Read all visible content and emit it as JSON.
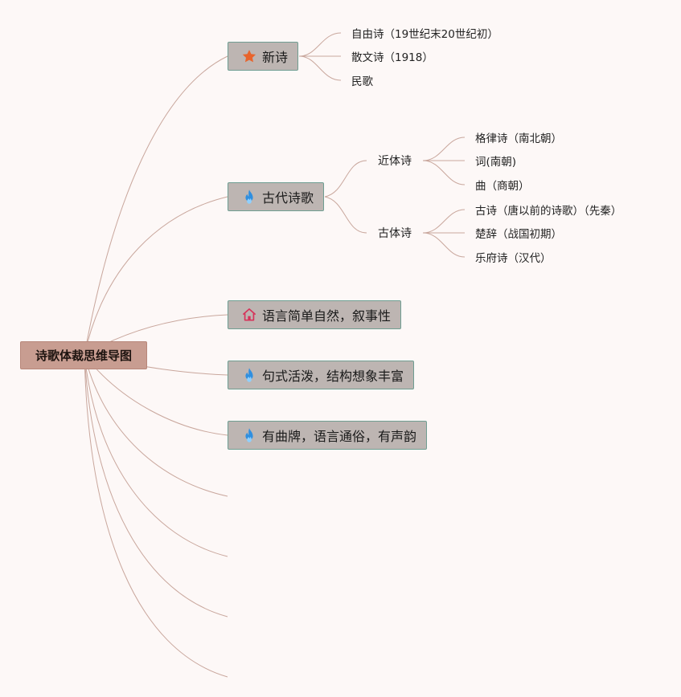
{
  "root": {
    "label": "诗歌体裁思维导图"
  },
  "branches": [
    {
      "label": "新诗",
      "icon": "star-icon",
      "children": [
        {
          "label": "自由诗（19世纪末20世纪初）"
        },
        {
          "label": "散文诗（1918）"
        },
        {
          "label": "民歌"
        }
      ]
    },
    {
      "label": "古代诗歌",
      "icon": "fire-icon",
      "children": [
        {
          "label": "近体诗",
          "children": [
            {
              "label": "格律诗（南北朝）"
            },
            {
              "label": "词(南朝)"
            },
            {
              "label": "曲（商朝）"
            }
          ]
        },
        {
          "label": "古体诗",
          "children": [
            {
              "label": "古诗（唐以前的诗歌）（先秦）"
            },
            {
              "label": "楚辞（战国初期）"
            },
            {
              "label": "乐府诗（汉代）"
            }
          ]
        }
      ]
    },
    {
      "label": "语言简单自然，叙事性",
      "icon": "home-icon",
      "children": []
    },
    {
      "label": "句式活泼，结构想象丰富",
      "icon": "fire-icon",
      "children": []
    },
    {
      "label": "有曲牌，语言通俗，有声韵",
      "icon": "fire-icon",
      "children": []
    }
  ],
  "colors": {
    "background": "#fdf8f7",
    "root_fill": "#c89d91",
    "branch_fill": "#bdb5b2",
    "branch_border": "#6f9e92",
    "link": "#c9a79d",
    "star_icon": "#e8642c",
    "fire_icon": "#2f8fe0",
    "home_icon": "#d6335a"
  }
}
